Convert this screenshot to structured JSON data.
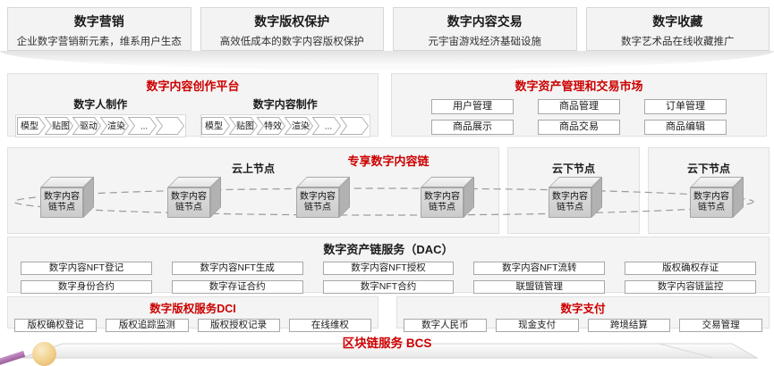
{
  "colors": {
    "accent_red": "#cc0000",
    "panel_bg": "#f4f4f4",
    "chip_border": "#a8a8a8"
  },
  "top_cards": [
    {
      "title": "数字营销",
      "subtitle": "企业数字营销新元素，维系用户生态"
    },
    {
      "title": "数字版权保护",
      "subtitle": "高效低成本的数字内容版权保护"
    },
    {
      "title": "数字内容交易",
      "subtitle": "元宇宙游戏经济基础设施"
    },
    {
      "title": "数字收藏",
      "subtitle": "数字艺术品在线收藏推广"
    }
  ],
  "creation_platform": {
    "title": "数字内容创作平台",
    "groups": [
      {
        "title": "数字人制作",
        "steps": [
          "模型",
          "贴图",
          "驱动",
          "渲染",
          "..."
        ]
      },
      {
        "title": "数字内容制作",
        "steps": [
          "模型",
          "贴图",
          "特效",
          "渲染",
          "..."
        ]
      }
    ]
  },
  "asset_market": {
    "title": "数字资产管理和交易市场",
    "buttons": [
      "用户管理",
      "商品管理",
      "订单管理",
      "商品展示",
      "商品交易",
      "商品编辑"
    ]
  },
  "content_chain": {
    "title": "专享数字内容链",
    "node_line1": "数字内容",
    "node_line2": "链节点",
    "panels": [
      {
        "label": "云上节点"
      },
      {
        "label": "云下节点"
      },
      {
        "label": "云下节点"
      }
    ]
  },
  "dac": {
    "title": "数字资产链服务（DAC）",
    "rows": [
      [
        "数字内容NFT登记",
        "数字内容NFT生成",
        "数字内容NFT授权",
        "数字内容NFT流转",
        "版权确权存证"
      ],
      [
        "数字身份合约",
        "数字存证合约",
        "数字NFT合约",
        "联盟链管理",
        "数字内容链监控"
      ]
    ]
  },
  "dci": {
    "title": "数字版权服务DCI",
    "buttons": [
      "版权确权登记",
      "版权追踪监测",
      "版权授权记录",
      "在线维权"
    ]
  },
  "payment": {
    "title": "数字支付",
    "buttons": [
      "数字人民币",
      "现金支付",
      "跨境结算",
      "交易管理"
    ]
  },
  "bcs": {
    "title": "区块链服务 BCS"
  }
}
